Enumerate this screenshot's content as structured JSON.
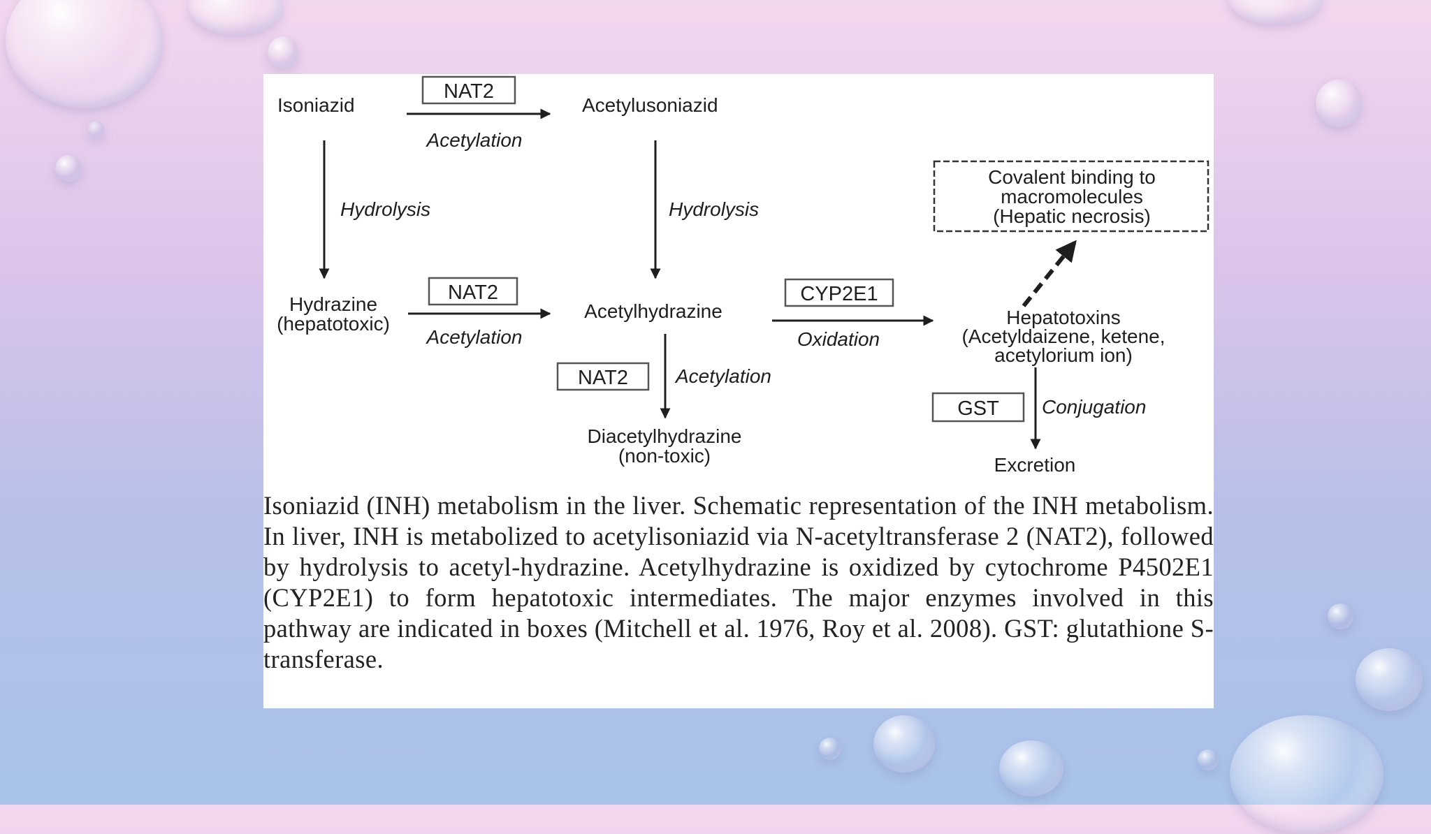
{
  "diagram": {
    "nodes": {
      "isoniazid": "Isoniazid",
      "acetylisoniazid": "Acetylusoniazid",
      "hydrazine_1": "Hydrazine",
      "hydrazine_2": "(hepatotoxic)",
      "acetylhydrazine": "Acetylhydrazine",
      "diacetyl_1": "Diacetylhydrazine",
      "diacetyl_2": "(non-toxic)",
      "hepatotoxins_1": "Hepatotoxins",
      "hepatotoxins_2": "(Acetyldaizene, ketene,",
      "hepatotoxins_3": "acetylorium ion)",
      "covalent_1": "Covalent binding to",
      "covalent_2": "macromolecules",
      "covalent_3": "(Hepatic necrosis)",
      "excretion": "Excretion"
    },
    "enzymes": {
      "nat2_top": "NAT2",
      "nat2_mid": "NAT2",
      "nat2_low": "NAT2",
      "cyp2e1": "CYP2E1",
      "gst": "GST"
    },
    "reactions": {
      "acetylation_top": "Acetylation",
      "hydrolysis_left": "Hydrolysis",
      "hydrolysis_right": "Hydrolysis",
      "acetylation_mid": "Acetylation",
      "acetylation_low": "Acetylation",
      "oxidation": "Oxidation",
      "conjugation": "Conjugation"
    }
  },
  "caption": "Isoniazid (INH) metabolism in the liver. Schematic representation of the INH metabolism. In liver, INH is metabolized to acetylisoniazid via N-acetyltransferase 2 (NAT2), followed by hydrolysis to acetyl-hydrazine. Acetylhydrazine is oxidized by cytochrome P4502E1 (CYP2E1) to form hepatotoxic intermediates. The major enzymes involved in this pathway are indicated in boxes (Mitchell et al. 1976, Roy et al. 2008). GST: glutathione S-transferase."
}
